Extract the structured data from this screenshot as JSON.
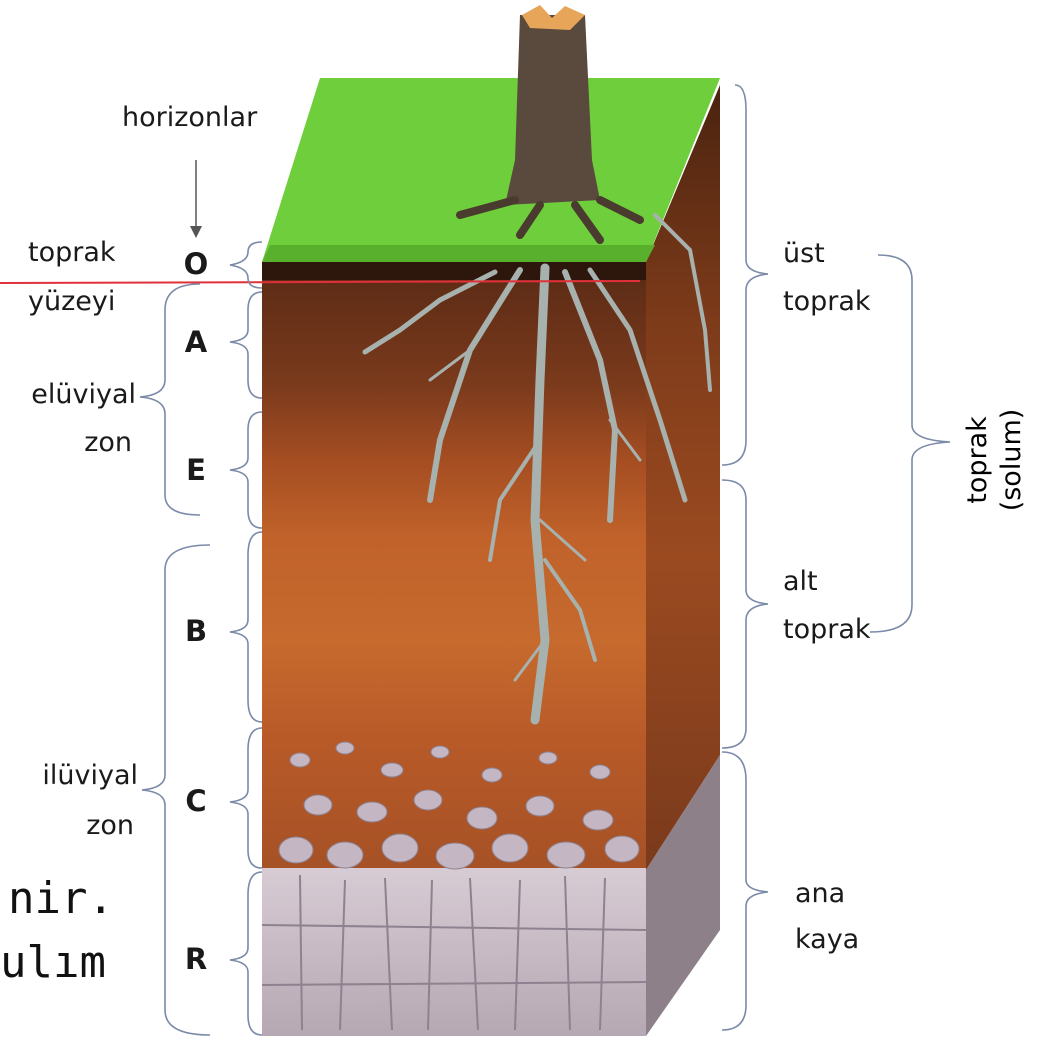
{
  "labels": {
    "horizons_title": "horizonlar",
    "soil_surface_line1": "toprak",
    "soil_surface_line2": "yüzeyi",
    "eluvial_line1": "elüviyal",
    "eluvial_line2": "zon",
    "illuvial_line1": "ilüviyal",
    "illuvial_line2": "zon",
    "topsoil_line1": "üst",
    "topsoil_line2": "toprak",
    "subsoil_line1": "alt",
    "subsoil_line2": "toprak",
    "bedrock_line1": "ana",
    "bedrock_line2": "kaya",
    "solum_line1": "toprak",
    "solum_line2": "(solum)"
  },
  "horizons": [
    "O",
    "A",
    "E",
    "B",
    "C",
    "R"
  ],
  "background_text": {
    "line1": "nir.",
    "line2": "ulım"
  },
  "colors": {
    "grass": "#6fce3c",
    "o_horizon": "#3a1d10",
    "a_horizon": "#7a3a1c",
    "e_horizon": "#a44d22",
    "b_horizon": "#c66a2e",
    "c_horizon": "#b85a28",
    "bedrock": "#c9bcc6",
    "roots": "#a7b1ad",
    "surface_line": "#e0303a"
  }
}
